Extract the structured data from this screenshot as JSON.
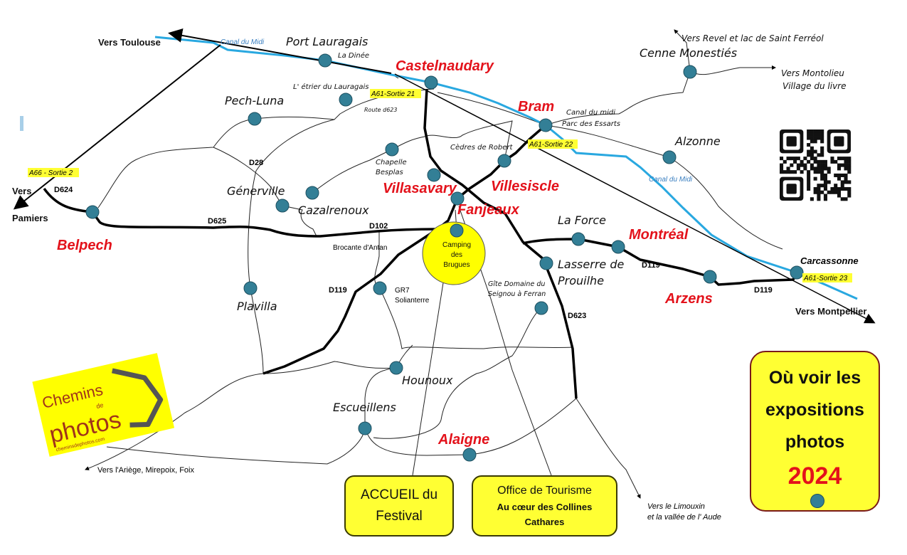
{
  "title_box": {
    "line1": "Où voir les",
    "line2": "expositions",
    "line3": "photos",
    "year": "2024"
  },
  "accueil": {
    "line1": "ACCUEIL du",
    "line2": "Festival"
  },
  "office": {
    "line1": "Office de Tourisme",
    "line2": "Au cœur des Collines",
    "line3": "Cathares"
  },
  "camping": {
    "line1": "Camping",
    "line2": "des",
    "line3": "Brugues"
  },
  "logo": {
    "line1": "Chemins",
    "line2": "de",
    "line3": "photos",
    "url": "cheminsdephotos.com"
  },
  "directions": {
    "toulouse": "Vers Toulouse",
    "pamiers1": "Vers",
    "pamiers2": "Pamiers",
    "revel": "Vers Revel et lac de Saint  Ferréol",
    "montolieu1": "Vers Montolieu",
    "montolieu2": "Village du livre",
    "montpellier": "Vers Montpellier",
    "ariege": "Vers l'Ariège,  Mirepoix,  Foix",
    "limoux1": "Vers le Limouxin",
    "limoux2": "et la vallée de l' Aude"
  },
  "towns_red": {
    "castelnaudary": "Castelnaudary",
    "bram": "Bram",
    "villesiscle": "Villesiscle",
    "villasavary": "Villasavary",
    "fanjeaux": "Fanjeaux",
    "belpech": "Belpech",
    "montreal": "Montréal",
    "arzens": "Arzens",
    "alaigne": "Alaigne"
  },
  "places": {
    "port_lauragais": "Port Lauragais",
    "la_dinee": "La Dinée",
    "etrier": "L' étrier du Lauragais",
    "pech_luna": "Pech-Luna",
    "generville": "Génerville",
    "cazalrenoux": "Cazalrenoux",
    "chapelle1": "Chapelle",
    "chapelle2": "Besplas",
    "cedres": "Cèdres de  Robert",
    "cenne": "Cenne Monestiés",
    "alzonne": "Alzonne",
    "canal_midi1": "Canal du midi",
    "canal_midi2": "Parc des Essarts",
    "la_force": "La Force",
    "lasserre1": "Lasserre de",
    "lasserre2": "Prouilhe",
    "carcassonne": "Carcassonne",
    "brocante": "Brocante  d'Antan",
    "gr7_1": "GR7",
    "gr7_2": "Solianterre",
    "gite1": "Gîte Domaine  du",
    "gite2": "Seignou à Ferran",
    "plavilla": "Plavilla",
    "hounoux": "Hounoux",
    "escueillens": "Escueillens",
    "route_d623": "Route d623"
  },
  "roads": {
    "d624": "D624",
    "d625": "D625",
    "d28": "D28",
    "d102": "D102",
    "d119a": "D119",
    "d119b": "D119",
    "d119c": "D119",
    "d623": "D623"
  },
  "exits": {
    "a66": "A66 - Sortie 2",
    "a61_21": "A61-Sortie 21",
    "a61_22": "A61-Sortie 22",
    "a61_23": "A61-Sortie 23"
  },
  "canal": {
    "label1": "Canal du Midi",
    "label2": "Canal du Midi"
  },
  "colors": {
    "red": "#e3121b",
    "yellow": "#ffff33",
    "dot": "#337f96",
    "canal": "#29a8e0"
  }
}
